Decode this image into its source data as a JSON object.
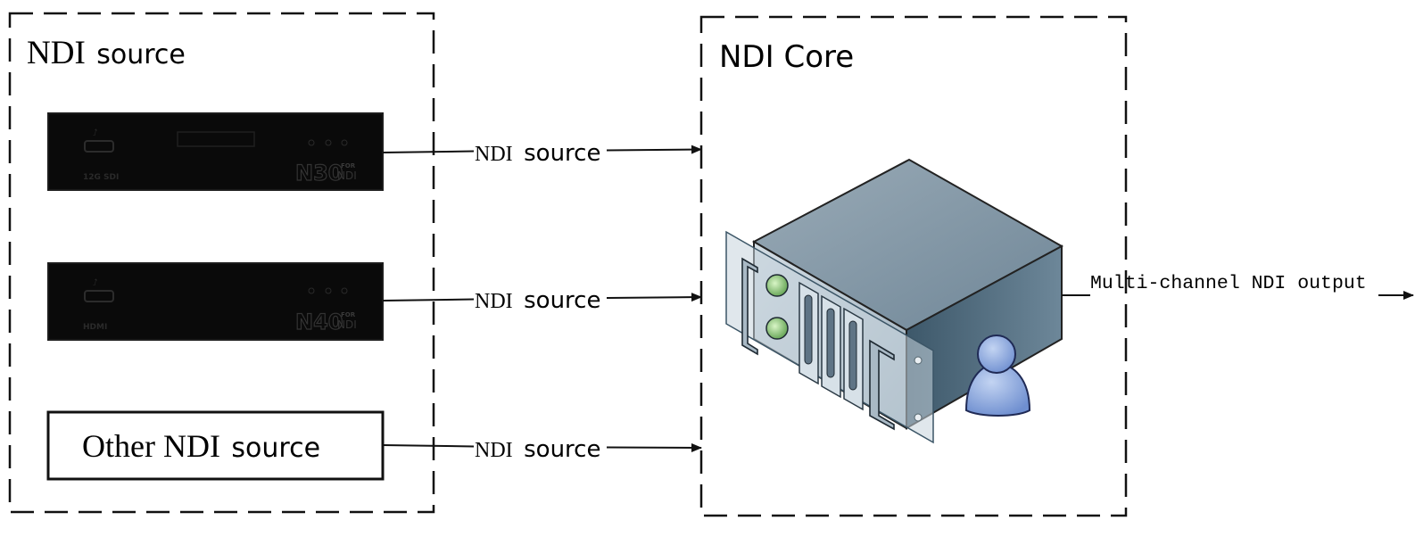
{
  "source_group": {
    "title_part1": "NDI",
    "title_part2": "source",
    "device1": {
      "port_label": "12G SDI",
      "model": "N30",
      "badge_top": "FOR",
      "badge_bottom": "NDI"
    },
    "device2": {
      "port_label": "HDMI",
      "model": "N40",
      "badge_top": "FOR",
      "badge_bottom": "NDI"
    },
    "other": {
      "label_part1": "Other NDI",
      "label_part2": "source"
    }
  },
  "connections": [
    {
      "label_part1": "NDI",
      "label_part2": "source"
    },
    {
      "label_part1": "NDI",
      "label_part2": "source"
    },
    {
      "label_part1": "NDI",
      "label_part2": "source"
    }
  ],
  "core_group": {
    "title": "NDI Core"
  },
  "output": {
    "label": "Multi-channel NDI output"
  },
  "colors": {
    "line": "#111111",
    "device_body": "#0a0a0a",
    "server_top": "#8ea0ad",
    "server_side": "#4f6b7c",
    "server_front": "#b9c7d1",
    "user_icon": "#8fa9dd"
  }
}
